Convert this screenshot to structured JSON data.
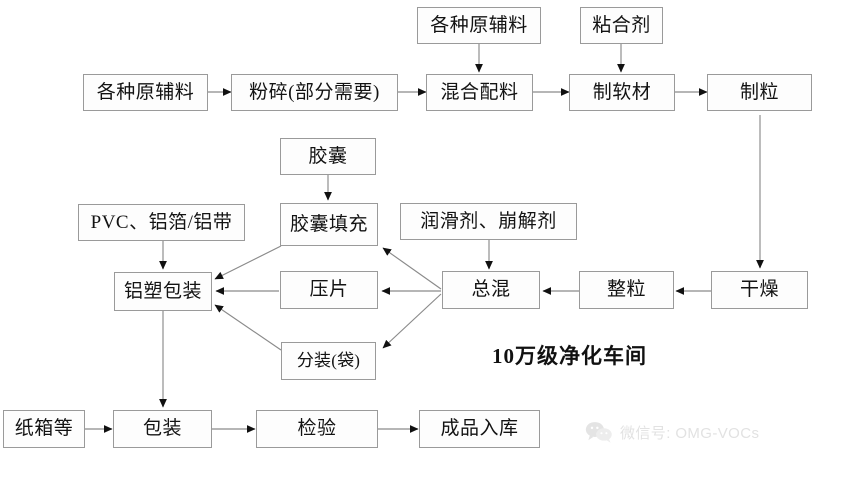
{
  "diagram": {
    "title_hidden": "",
    "zone_label": "10万级净化车间",
    "nodes": {
      "raw_materials_1": "各种原辅料",
      "crushing": "粉碎(部分需要)",
      "raw_materials_2": "各种原辅料",
      "binder": "粘合剂",
      "mixing": "混合配料",
      "soft_material": "制软材",
      "granulation": "制粒",
      "drying": "干燥",
      "sizing": "整粒",
      "lubricant_disintegrant": "润滑剂、崩解剂",
      "total_mixing": "总混",
      "capsule": "胶囊",
      "capsule_filling": "胶囊填充",
      "tableting": "压片",
      "bagging": "分装(袋)",
      "pvc_foil": "PVC、铝箔/铝带",
      "alu_plastic_packaging": "铝塑包装",
      "carton": "纸箱等",
      "packaging": "包装",
      "inspection": "检验",
      "finished_goods_warehouse": "成品入库"
    },
    "watermark": {
      "icon": "wechat-icon",
      "text": "微信号: OMG-VOCs"
    },
    "colors": {
      "box_border": "#9a9a9a",
      "box_fill": "#fdfdfd",
      "connector": "#8a8a8a",
      "arrowhead": "#111111",
      "text": "#131313",
      "watermark": "#e2e2e2",
      "background": "#ffffff"
    }
  },
  "flow_edges": [
    {
      "from": "各种原辅料",
      "to": "粉碎(部分需要)"
    },
    {
      "from": "粉碎(部分需要)",
      "to": "混合配料"
    },
    {
      "from": "各种原辅料",
      "to": "混合配料"
    },
    {
      "from": "混合配料",
      "to": "制软材"
    },
    {
      "from": "粘合剂",
      "to": "制软材"
    },
    {
      "from": "制软材",
      "to": "制粒"
    },
    {
      "from": "制粒",
      "to": "干燥"
    },
    {
      "from": "干燥",
      "to": "整粒"
    },
    {
      "from": "整粒",
      "to": "总混"
    },
    {
      "from": "润滑剂、崩解剂",
      "to": "总混"
    },
    {
      "from": "总混",
      "to": "胶囊填充"
    },
    {
      "from": "总混",
      "to": "压片"
    },
    {
      "from": "总混",
      "to": "分装(袋)"
    },
    {
      "from": "胶囊",
      "to": "胶囊填充"
    },
    {
      "from": "胶囊填充",
      "to": "铝塑包装"
    },
    {
      "from": "压片",
      "to": "铝塑包装"
    },
    {
      "from": "分装(袋)",
      "to": "铝塑包装"
    },
    {
      "from": "PVC、铝箔/铝带",
      "to": "铝塑包装"
    },
    {
      "from": "铝塑包装",
      "to": "包装"
    },
    {
      "from": "纸箱等",
      "to": "包装"
    },
    {
      "from": "包装",
      "to": "检验"
    },
    {
      "from": "检验",
      "to": "成品入库"
    }
  ]
}
